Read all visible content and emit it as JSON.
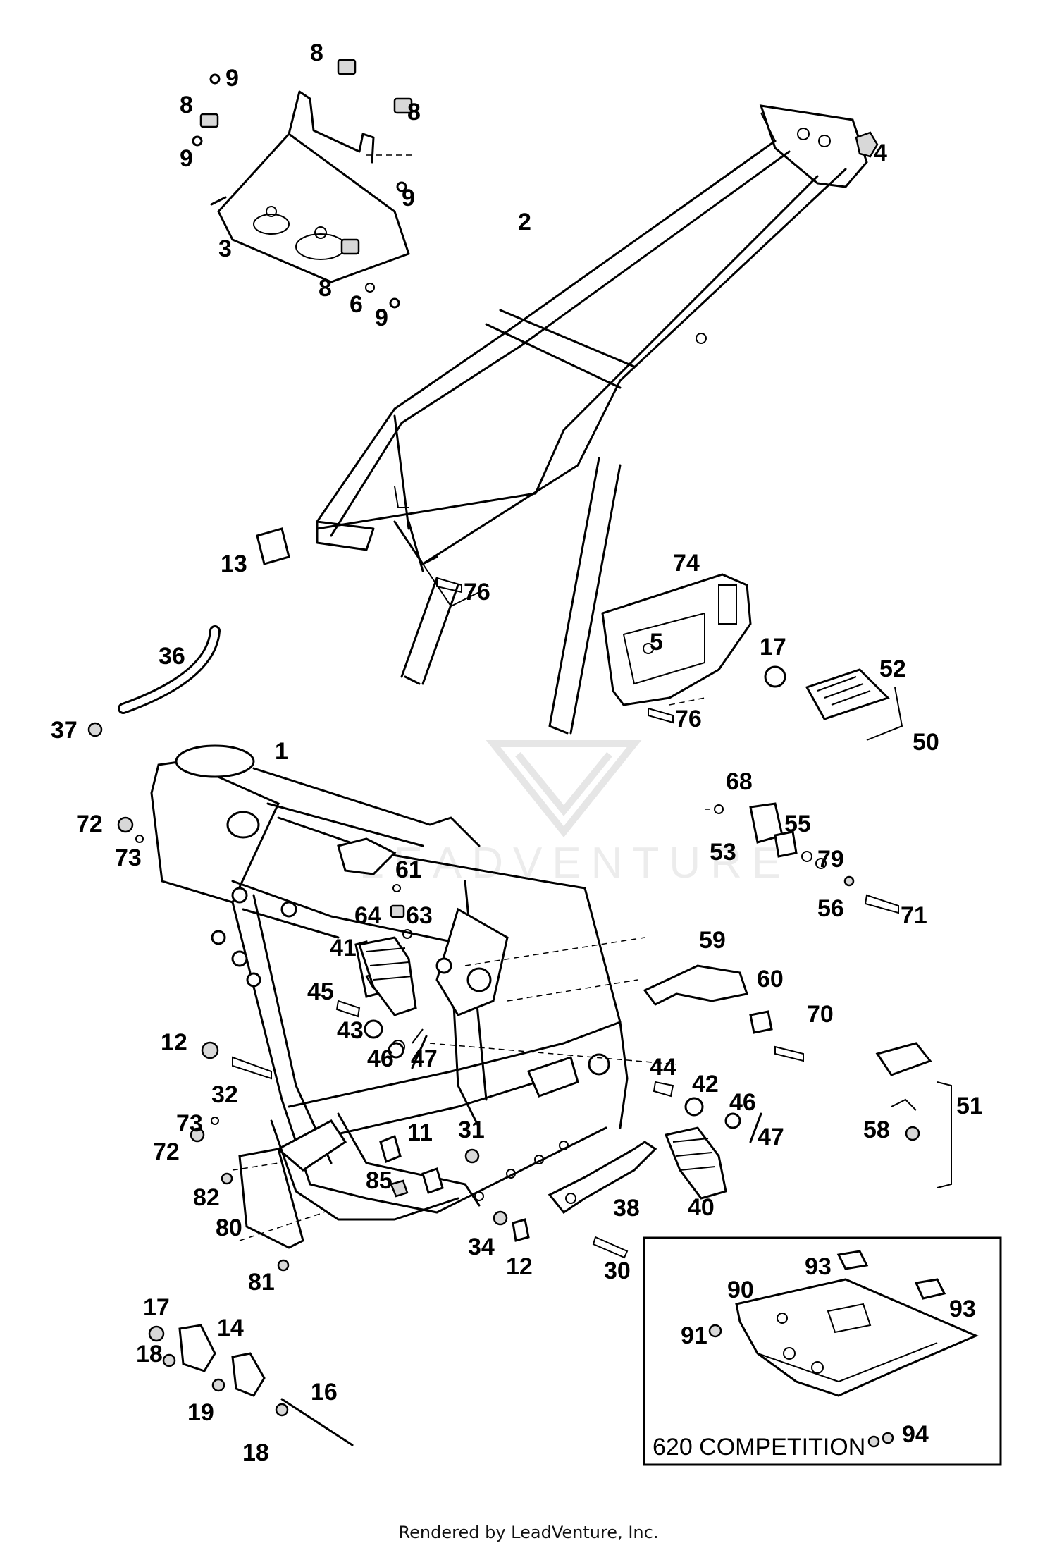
{
  "labels": [
    {
      "text": "1"
    },
    {
      "text": "2"
    },
    {
      "text": "3"
    },
    {
      "text": "4"
    },
    {
      "text": "5"
    },
    {
      "text": "6"
    },
    {
      "text": "8"
    },
    {
      "text": "8"
    },
    {
      "text": "8"
    },
    {
      "text": "8"
    },
    {
      "text": "9"
    },
    {
      "text": "9"
    },
    {
      "text": "9"
    },
    {
      "text": "9"
    },
    {
      "text": "11"
    },
    {
      "text": "12"
    },
    {
      "text": "12"
    },
    {
      "text": "13"
    },
    {
      "text": "14"
    },
    {
      "text": "16"
    },
    {
      "text": "17"
    },
    {
      "text": "17"
    },
    {
      "text": "18"
    },
    {
      "text": "18"
    },
    {
      "text": "19"
    },
    {
      "text": "30"
    },
    {
      "text": "31"
    },
    {
      "text": "32"
    },
    {
      "text": "34"
    },
    {
      "text": "36"
    },
    {
      "text": "37"
    },
    {
      "text": "38"
    },
    {
      "text": "40"
    },
    {
      "text": "41"
    },
    {
      "text": "42"
    },
    {
      "text": "43"
    },
    {
      "text": "44"
    },
    {
      "text": "45"
    },
    {
      "text": "46"
    },
    {
      "text": "46"
    },
    {
      "text": "47"
    },
    {
      "text": "47"
    },
    {
      "text": "50"
    },
    {
      "text": "51"
    },
    {
      "text": "52"
    },
    {
      "text": "53"
    },
    {
      "text": "55"
    },
    {
      "text": "56"
    },
    {
      "text": "58"
    },
    {
      "text": "59"
    },
    {
      "text": "60"
    },
    {
      "text": "61"
    },
    {
      "text": "63"
    },
    {
      "text": "64"
    },
    {
      "text": "68"
    },
    {
      "text": "70"
    },
    {
      "text": "71"
    },
    {
      "text": "72"
    },
    {
      "text": "72"
    },
    {
      "text": "73"
    },
    {
      "text": "73"
    },
    {
      "text": "74"
    },
    {
      "text": "76"
    },
    {
      "text": "76"
    },
    {
      "text": "79"
    },
    {
      "text": "80"
    },
    {
      "text": "81"
    },
    {
      "text": "82"
    },
    {
      "text": "85"
    },
    {
      "text": "90"
    },
    {
      "text": "91"
    },
    {
      "text": "93"
    },
    {
      "text": "93"
    },
    {
      "text": "94"
    }
  ],
  "inset_label": "620 COMPETITION",
  "watermark_text": "LEADVENTURE",
  "footer": "Rendered by LeadVenture, Inc."
}
